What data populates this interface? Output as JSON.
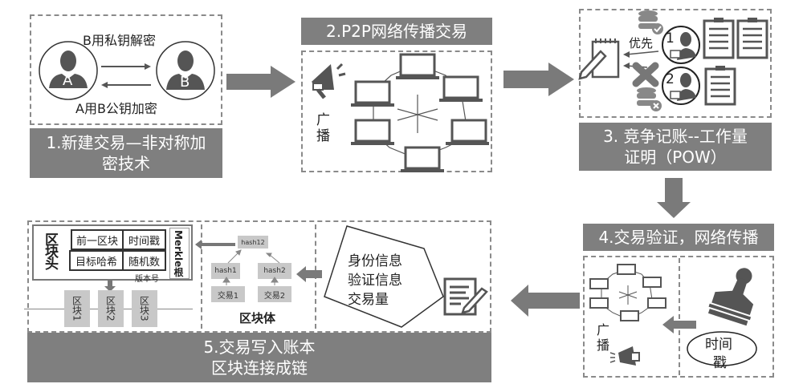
{
  "step1": {
    "title_line1": "1.新建交易—非对称加",
    "title_line2": "密技术",
    "decrypt_label": "B用私钥解密",
    "encrypt_label": "A用B公钥加密",
    "user_a": "A",
    "user_b": "B"
  },
  "step2": {
    "title": "2.P2P网络传播交易",
    "broadcast_label_1": "广",
    "broadcast_label_2": "播"
  },
  "step3": {
    "title_line1": "3. 竞争记账--工作量",
    "title_line2": "证明（POW）",
    "priority_label": "优先",
    "miner_1": "1",
    "miner_2": "2"
  },
  "step4": {
    "title": "4.交易验证，网络传播",
    "broadcast_label_1": "广",
    "broadcast_label_2": "播",
    "timestamp_line1": "时间",
    "timestamp_line2": "戳"
  },
  "step5": {
    "title_line1": "5.交易写入账本",
    "title_line2": "区块连接成链",
    "block_header": {
      "label": "区块头",
      "cells": [
        "前一区块",
        "时间戳",
        "目标哈希",
        "随机数"
      ],
      "version": "版本号",
      "merkle_root": "Merkle根"
    },
    "chain_blocks": [
      "区块1",
      "区块2",
      "区块3"
    ],
    "block_body": {
      "label": "区块体",
      "root_hash": "hash12",
      "hashes": [
        "hash1",
        "hash2"
      ],
      "transactions": [
        "交易1",
        "交易2"
      ]
    },
    "info_lines": [
      "身份信息",
      "验证信息",
      "交易量"
    ]
  }
}
